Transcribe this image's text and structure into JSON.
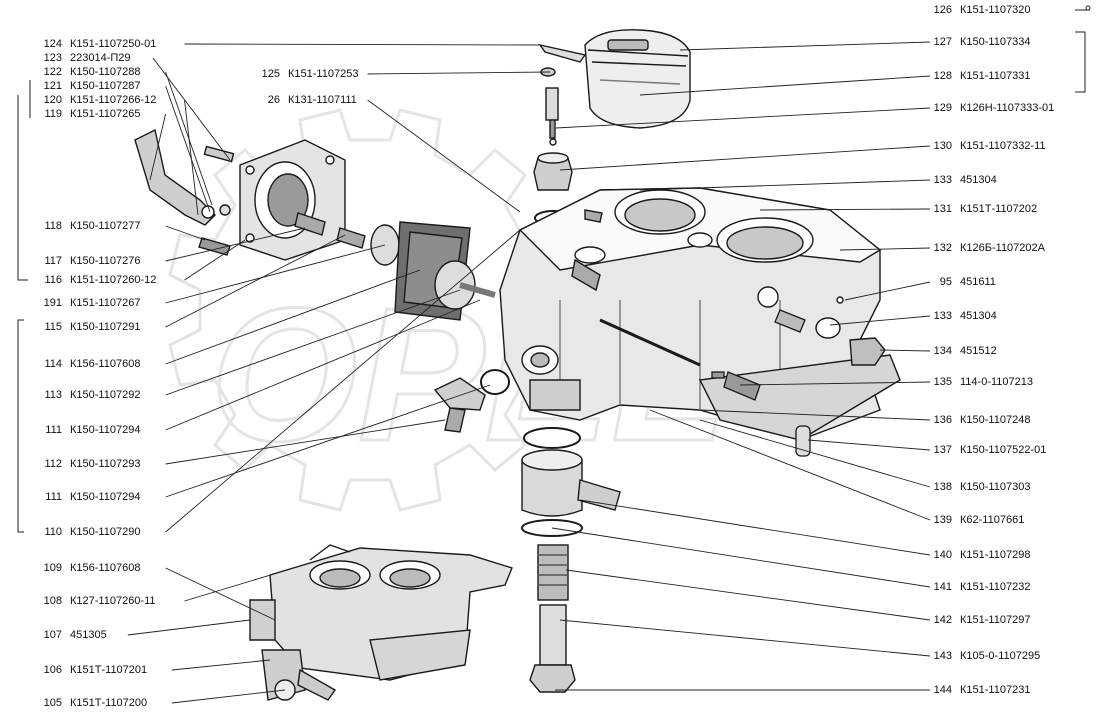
{
  "watermark": {
    "text": "OPEL",
    "color": "#d8d8d8"
  },
  "colors": {
    "ink": "#1a1a1a",
    "line": "#222222",
    "shade": "#6d6d6d",
    "light": "#b9b9b9"
  },
  "left_labels": [
    {
      "num": "124",
      "code": "К151-1107250-01"
    },
    {
      "num": "123",
      "code": "223014-П29"
    },
    {
      "num": "122",
      "code": "К150-1107288"
    },
    {
      "num": "121",
      "code": "К150-1107287"
    },
    {
      "num": "120",
      "code": "К151-1107266-12"
    },
    {
      "num": "119",
      "code": "К151-1107265"
    },
    {
      "num": "118",
      "code": "К150-1107277"
    },
    {
      "num": "117",
      "code": "К150-1107276"
    },
    {
      "num": "116",
      "code": "К151-1107260-12"
    },
    {
      "num": "191",
      "code": "К151-1107267"
    },
    {
      "num": "115",
      "code": "К150-1107291"
    },
    {
      "num": "114",
      "code": "К156-1107608"
    },
    {
      "num": "113",
      "code": "К150-1107292"
    },
    {
      "num": "111",
      "code": "К150-1107294"
    },
    {
      "num": "112",
      "code": "К150-1107293"
    },
    {
      "num": "111",
      "code": "К150-1107294"
    },
    {
      "num": "110",
      "code": "К150-1107290"
    },
    {
      "num": "109",
      "code": "К156-1107608"
    },
    {
      "num": "108",
      "code": "К127-1107260-11"
    },
    {
      "num": "107",
      "code": "451305"
    },
    {
      "num": "106",
      "code": "К151Т-1107201"
    },
    {
      "num": "105",
      "code": "К151Т-1107200"
    }
  ],
  "center_labels": [
    {
      "num": "125",
      "code": "К151-1107253"
    },
    {
      "num": "26",
      "code": "К131-1107111"
    }
  ],
  "right_labels": [
    {
      "num": "126",
      "code": "К151-1107320"
    },
    {
      "num": "127",
      "code": "К150-1107334"
    },
    {
      "num": "128",
      "code": "К151-1107331"
    },
    {
      "num": "129",
      "code": "К126Н-1107333-01"
    },
    {
      "num": "130",
      "code": "К151-1107332-11"
    },
    {
      "num": "133",
      "code": "451304"
    },
    {
      "num": "131",
      "code": "К151Т-1107202"
    },
    {
      "num": "132",
      "code": "К126Б-1107202А"
    },
    {
      "num": "95",
      "code": "451611"
    },
    {
      "num": "133",
      "code": "451304"
    },
    {
      "num": "134",
      "code": "451512"
    },
    {
      "num": "135",
      "code": "114-0-1107213"
    },
    {
      "num": "136",
      "code": "К150-1107248"
    },
    {
      "num": "137",
      "code": "К150-1107522-01"
    },
    {
      "num": "138",
      "code": "К150-1107303"
    },
    {
      "num": "139",
      "code": "К62-1107661"
    },
    {
      "num": "140",
      "code": "К151-1107298"
    },
    {
      "num": "141",
      "code": "К151-1107232"
    },
    {
      "num": "142",
      "code": "К151-1107297"
    },
    {
      "num": "143",
      "code": "К105-0-1107295"
    },
    {
      "num": "144",
      "code": "К151-1107231"
    }
  ]
}
